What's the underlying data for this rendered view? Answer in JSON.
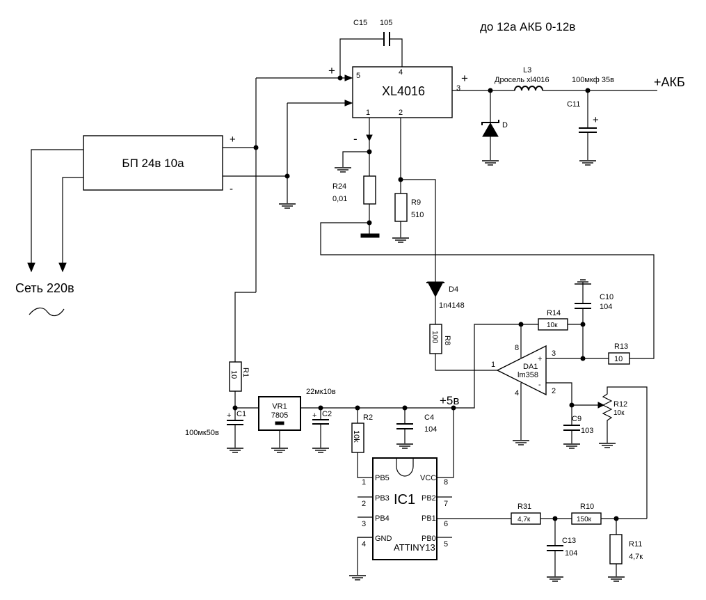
{
  "header_note": "до 12а АКБ 0-12в",
  "power_supply": {
    "label": "БП 24в 10а",
    "plus": "+",
    "minus": "-"
  },
  "mains": {
    "label": "Сеть 220в"
  },
  "output": {
    "label": "+АКБ",
    "plus": "+"
  },
  "rail_5v": "+5в",
  "ground_symbol": "ground-symbol",
  "converter": {
    "name": "XL4016",
    "plus": "+",
    "minus": "-",
    "pins": {
      "p1": "1",
      "p2": "2",
      "p3": "3",
      "p4": "4",
      "p5": "5"
    }
  },
  "c15": {
    "ref": "C15",
    "value": "105"
  },
  "inductor": {
    "ref": "L3",
    "value": "Дросель xl4016"
  },
  "c11": {
    "ref": "C11",
    "value": "100мкф 35в",
    "plus": "+"
  },
  "diode_d": {
    "ref": "D"
  },
  "r24": {
    "ref": "R24",
    "value": "0,01"
  },
  "r9": {
    "ref": "R9",
    "value": "510"
  },
  "d4": {
    "ref": "D4",
    "value": "1n4148"
  },
  "r8": {
    "ref": "R8",
    "value": "100"
  },
  "c10": {
    "ref": "C10",
    "value": "104"
  },
  "r14": {
    "ref": "R14",
    "value": "10к"
  },
  "r13": {
    "ref": "R13",
    "value": "10"
  },
  "opamp": {
    "ref": "DA1",
    "value": "lm358",
    "pins": {
      "p1": "1",
      "p2": "2",
      "p3": "3",
      "p4": "4",
      "p8": "8"
    },
    "plus": "+",
    "minus": "-"
  },
  "r12": {
    "ref": "R12",
    "value": "10к"
  },
  "c9": {
    "ref": "C9",
    "value": "103"
  },
  "r1": {
    "ref": "R1",
    "value": "10"
  },
  "c1": {
    "ref": "C1",
    "value": "100мк50в",
    "plus": "+"
  },
  "vr1": {
    "ref": "VR1",
    "value": "7805"
  },
  "c2": {
    "ref": "C2",
    "value": "22мк10в",
    "plus": "+"
  },
  "r2": {
    "ref": "R2",
    "value": "10k"
  },
  "c4": {
    "ref": "C4",
    "value": "104"
  },
  "mcu": {
    "ref": "IC1",
    "value": "ATTINY13",
    "pins": [
      {
        "num": "1",
        "name": "PB5"
      },
      {
        "num": "2",
        "name": "PB3"
      },
      {
        "num": "3",
        "name": "PB4"
      },
      {
        "num": "4",
        "name": "GND"
      },
      {
        "num": "8",
        "name": "VCC"
      },
      {
        "num": "7",
        "name": "PB2"
      },
      {
        "num": "6",
        "name": "PB1"
      },
      {
        "num": "5",
        "name": "PB0"
      }
    ]
  },
  "r31": {
    "ref": "R31",
    "value": "4,7к"
  },
  "r10": {
    "ref": "R10",
    "value": "150к"
  },
  "c13": {
    "ref": "C13",
    "value": "104"
  },
  "r11": {
    "ref": "R11",
    "value": "4,7к"
  }
}
